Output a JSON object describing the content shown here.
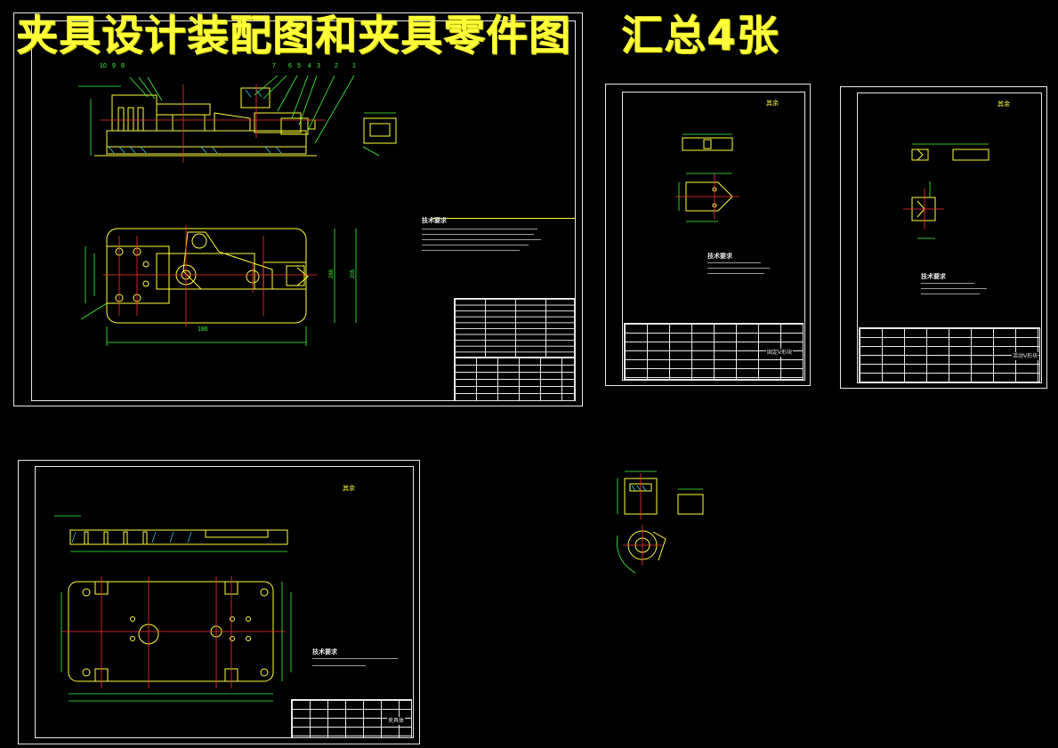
{
  "banner": {
    "title": "夹具设计装配图和夹具零件图",
    "count": "汇总4张"
  },
  "colors": {
    "background": "#000000",
    "frame": "#e8e8e8",
    "geometry": "#ffff3a",
    "dimensions": "#3cff3c",
    "centerlines": "#ff3030",
    "hatch": "#30d0ff"
  },
  "sheets": [
    {
      "id": "assembly",
      "notes_heading": "技术要求",
      "callouts": [
        "10",
        "9",
        "8",
        "7",
        "6",
        "5",
        "4",
        "3",
        "2",
        "1"
      ],
      "dim_length": "186",
      "dim_w1": "288",
      "dim_w2": "205"
    },
    {
      "id": "part-a",
      "notes_heading": "技术要求",
      "tb_title": "固定V形块",
      "rough": "其余"
    },
    {
      "id": "part-b",
      "notes_heading": "技术要求",
      "tb_title": "活动V形块",
      "rough": "其余"
    },
    {
      "id": "base-plate",
      "notes_heading": "技术要求",
      "tb_title": "夹具体",
      "rough": "其余"
    }
  ]
}
